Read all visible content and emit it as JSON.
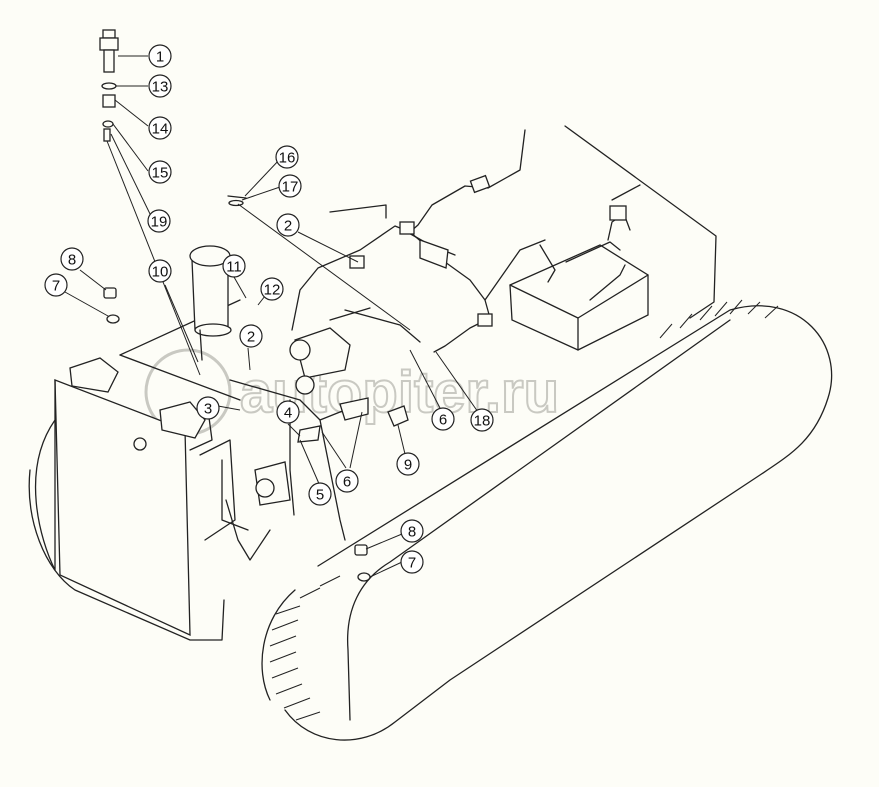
{
  "diagram": {
    "watermark": "autopiter.ru",
    "callouts": [
      {
        "id": "c1",
        "label": "1"
      },
      {
        "id": "c13",
        "label": "13"
      },
      {
        "id": "c14",
        "label": "14"
      },
      {
        "id": "c15",
        "label": "15"
      },
      {
        "id": "c19",
        "label": "19"
      },
      {
        "id": "c16",
        "label": "16"
      },
      {
        "id": "c17",
        "label": "17"
      },
      {
        "id": "c2a",
        "label": "2"
      },
      {
        "id": "c8a",
        "label": "8"
      },
      {
        "id": "c7a",
        "label": "7"
      },
      {
        "id": "c10",
        "label": "10"
      },
      {
        "id": "c11",
        "label": "11"
      },
      {
        "id": "c12",
        "label": "12"
      },
      {
        "id": "c2b",
        "label": "2"
      },
      {
        "id": "c3",
        "label": "3"
      },
      {
        "id": "c4",
        "label": "4"
      },
      {
        "id": "c6a",
        "label": "6"
      },
      {
        "id": "c18",
        "label": "18"
      },
      {
        "id": "c9",
        "label": "9"
      },
      {
        "id": "c6b",
        "label": "6"
      },
      {
        "id": "c5",
        "label": "5"
      },
      {
        "id": "c8b",
        "label": "8"
      },
      {
        "id": "c7b",
        "label": "7"
      }
    ]
  }
}
